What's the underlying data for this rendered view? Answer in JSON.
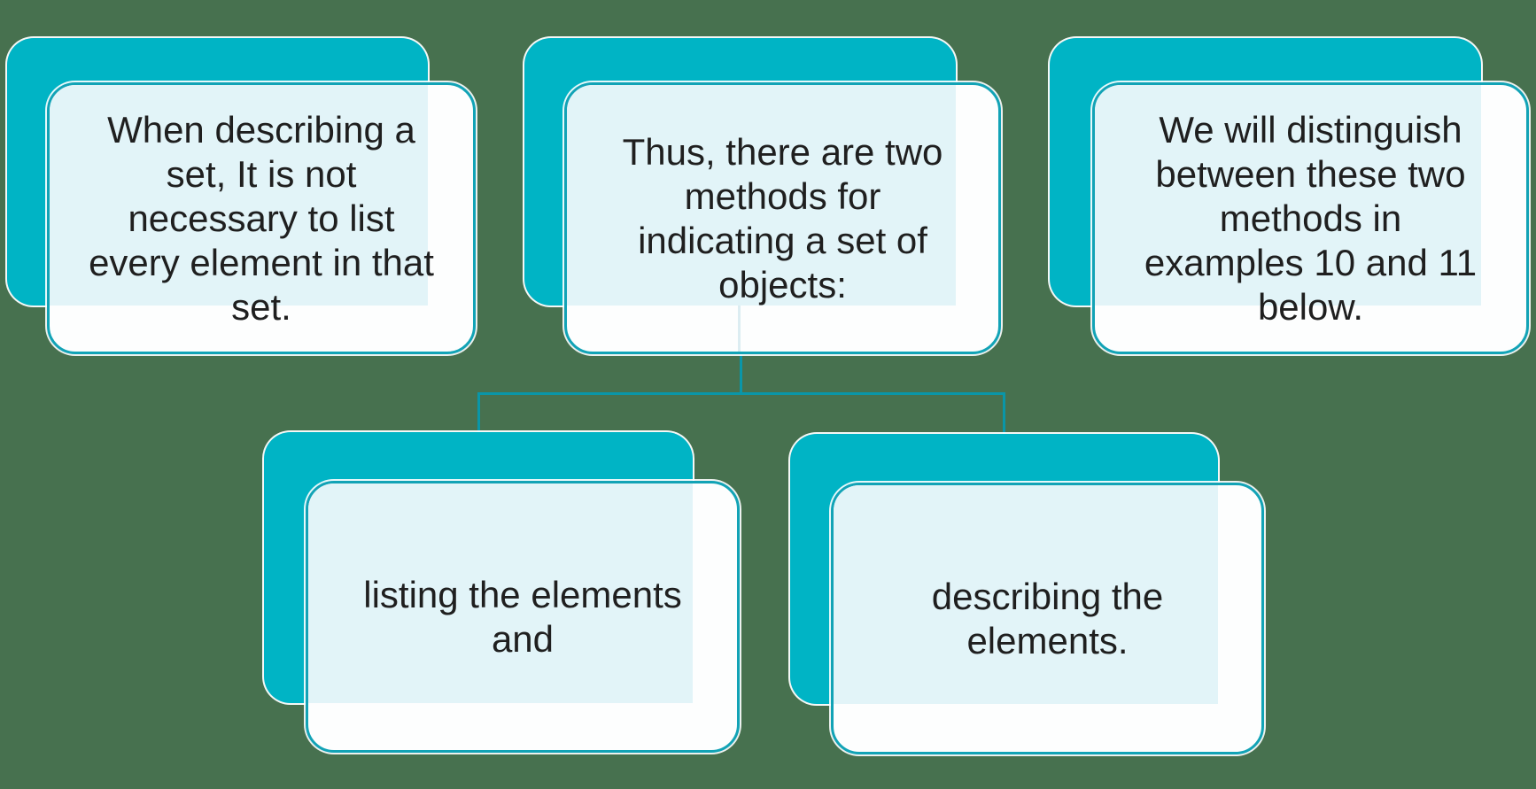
{
  "palette": {
    "bg": "#47714f",
    "teal": "#00b4c5",
    "teal_border": "#12a3b6",
    "connector": "#0a96a8",
    "overlap": "#e2f4f8",
    "front": "#fdfefe",
    "text": "#1f1f1f"
  },
  "diagram": {
    "type": "hierarchy-smartart",
    "nodes": [
      {
        "id": "top-left",
        "text": "When describing a\nset, It is not\nnecessary to list\nevery element in that\nset."
      },
      {
        "id": "top-center",
        "text": "Thus, there are two\nmethods for\nindicating a set of\nobjects:"
      },
      {
        "id": "top-right",
        "text": "We will distinguish\nbetween these two\nmethods in\nexamples 10 and 11\nbelow."
      },
      {
        "id": "child-left",
        "text": "listing the elements\nand"
      },
      {
        "id": "child-right",
        "text": "describing the\nelements."
      }
    ],
    "edges": [
      {
        "from": "top-center",
        "to": "child-left"
      },
      {
        "from": "top-center",
        "to": "child-right"
      }
    ]
  }
}
